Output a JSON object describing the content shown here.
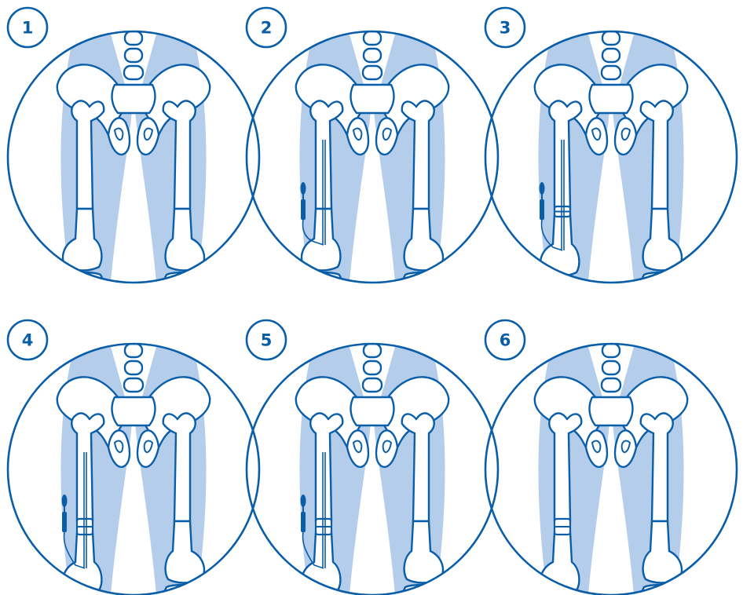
{
  "colors": {
    "outline": "#0a5ea8",
    "leg_fill": "#b3cdea",
    "bone_fill": "#ffffff",
    "device_fill": "#0a5ea8"
  },
  "icons": [
    "pelvis-skeleton-icon",
    "femur-nail-icon",
    "magnet-actuator-icon"
  ],
  "panels": [
    {
      "step": "1",
      "rod": false,
      "device": false,
      "gap": 0
    },
    {
      "step": "2",
      "rod": true,
      "device": true,
      "gap": 0
    },
    {
      "step": "3",
      "rod": true,
      "device": true,
      "gap": 0.5
    },
    {
      "step": "4",
      "rod": true,
      "device": true,
      "gap": 1
    },
    {
      "step": "5",
      "rod": true,
      "device": true,
      "gap": 1
    },
    {
      "step": "6",
      "rod": false,
      "device": false,
      "gap": 1
    }
  ]
}
